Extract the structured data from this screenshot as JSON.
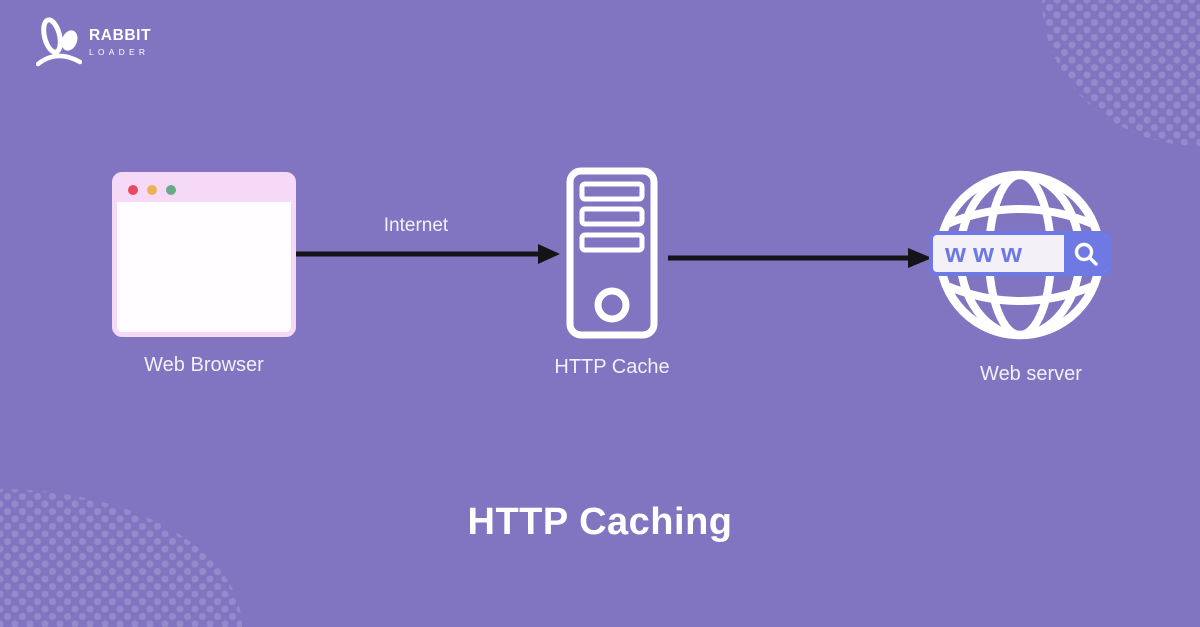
{
  "page": {
    "title": "HTTP Caching",
    "background_color": "#8174c1"
  },
  "logo": {
    "brand_top": "RABBIT",
    "brand_bottom": "LOADER",
    "icon": "rabbit-ears-icon"
  },
  "diagram": {
    "nodes": [
      {
        "id": "web-browser",
        "label": "Web Browser",
        "icon": "browser-window-icon"
      },
      {
        "id": "http-cache",
        "label": "HTTP Cache",
        "icon": "server-tower-icon"
      },
      {
        "id": "web-server",
        "label": "Web server",
        "icon": "globe-icon",
        "address_bar_text": "www",
        "address_bar_icon": "magnifier-icon"
      }
    ],
    "connections": [
      {
        "from": "web-browser",
        "to": "http-cache",
        "label": "Internet",
        "style": "arrow-right"
      },
      {
        "from": "http-cache",
        "to": "web-server",
        "label": "",
        "style": "arrow-right"
      }
    ]
  },
  "colors": {
    "background": "#8174c1",
    "dot_pattern": "#978bce",
    "arrow_black": "#141318",
    "accent_blue": "#6e79e3",
    "window_pink": "#f6d9f6",
    "traffic_red": "#e9495f",
    "traffic_yellow": "#efb058",
    "traffic_green": "#67aa86",
    "icon_white": "#ffffff"
  }
}
